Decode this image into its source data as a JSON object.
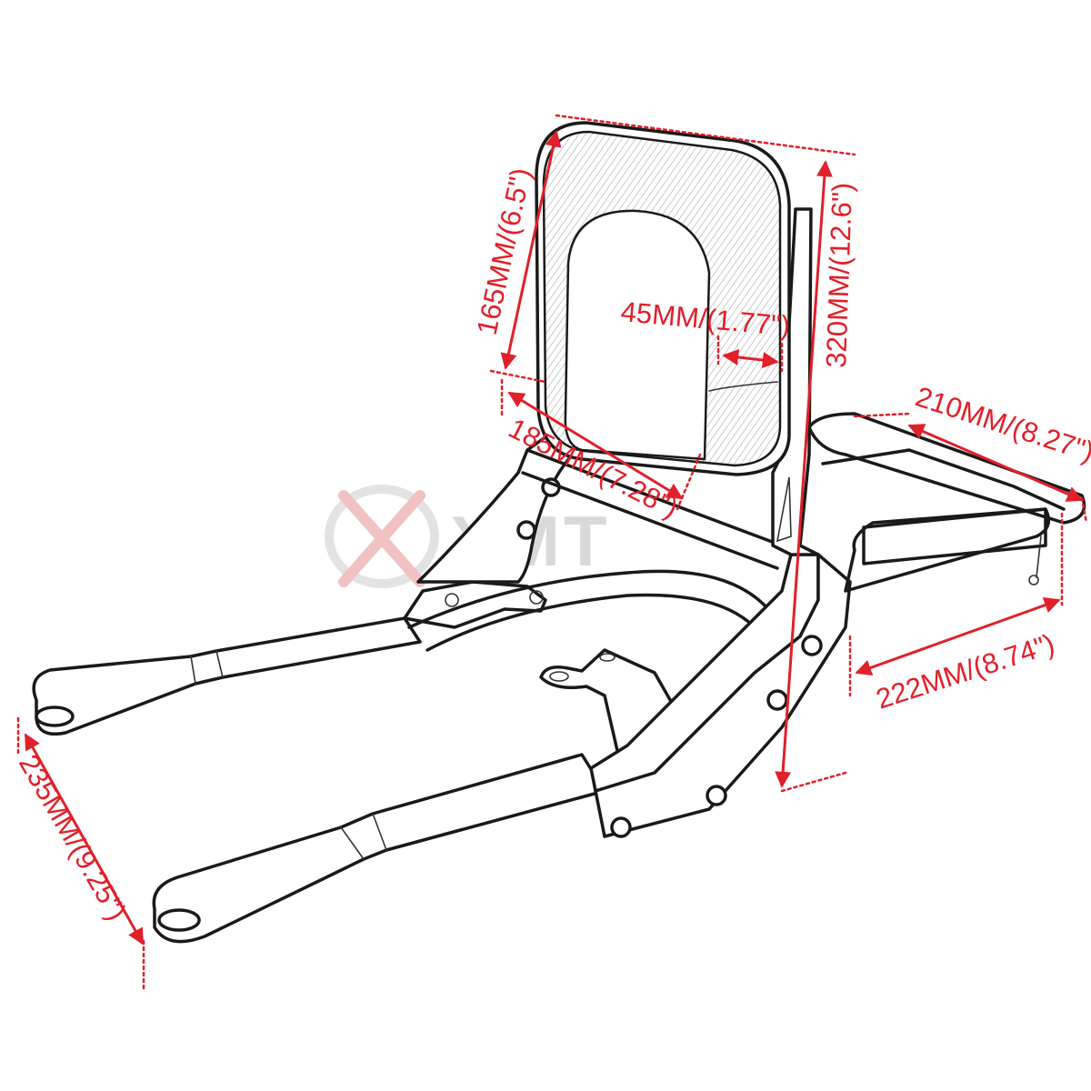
{
  "brand_watermark": "XMT",
  "dimensions": {
    "backrest_height": "165MM/(6.5\")",
    "pad_thickness": "45MM/(1.77\")",
    "backrest_width": "185MM/(7.28\")",
    "overall_height": "320MM/(12.6\")",
    "rack_width": "210MM/(8.27\")",
    "rack_length": "222MM/(8.74\")",
    "strut_spacing": "235MM/(9.25\")"
  },
  "colors": {
    "dimension": "#e0202a",
    "outline": "#1a1a1a",
    "watermark": "#d9d9d9"
  },
  "icons": {
    "watermark_logo": "xmt-logo"
  }
}
